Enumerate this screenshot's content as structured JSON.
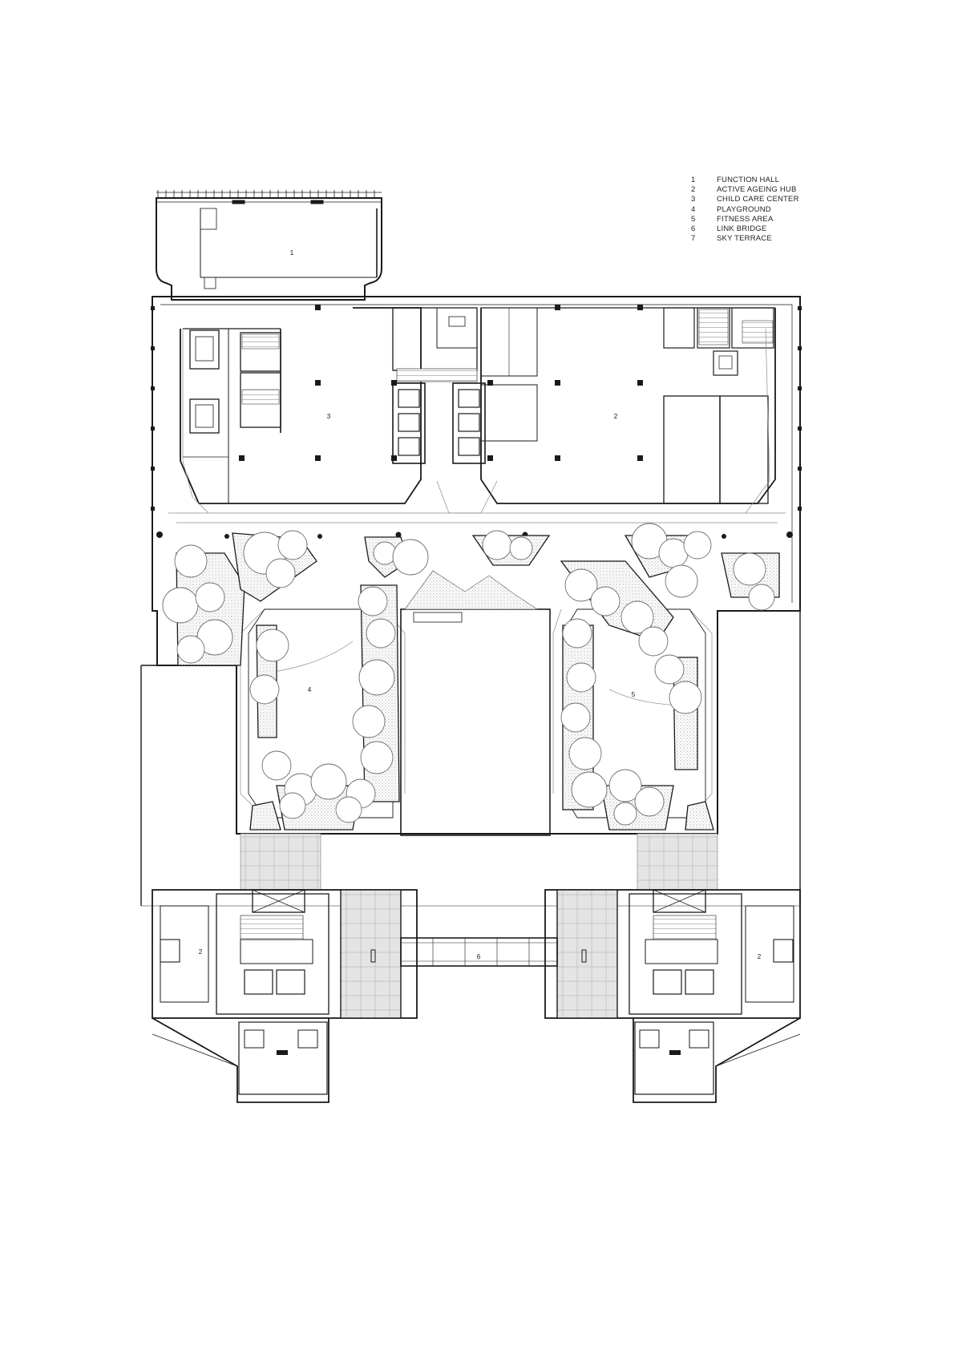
{
  "legend": [
    {
      "number": "1",
      "label": "FUNCTION HALL"
    },
    {
      "number": "2",
      "label": "ACTIVE AGEING HUB"
    },
    {
      "number": "3",
      "label": "CHILD CARE CENTER"
    },
    {
      "number": "4",
      "label": "PLAYGROUND"
    },
    {
      "number": "5",
      "label": "FITNESS AREA"
    },
    {
      "number": "6",
      "label": "LINK BRIDGE"
    },
    {
      "number": "7",
      "label": "SKY TERRACE"
    }
  ],
  "plan_tags": {
    "function_hall": "1",
    "active_ageing_hub_north": "2",
    "child_care_center": "3",
    "playground": "4",
    "fitness_area": "5",
    "link_bridge": "6",
    "active_ageing_hub_west": "2",
    "active_ageing_hub_east": "2"
  },
  "colors": {
    "line": "#1a1a1a",
    "fine_line": "#8a8a8a",
    "tree_line": "#6e6e6e",
    "planting_fill": "#bdbdbd",
    "paving_fill": "#d9d9d9"
  }
}
